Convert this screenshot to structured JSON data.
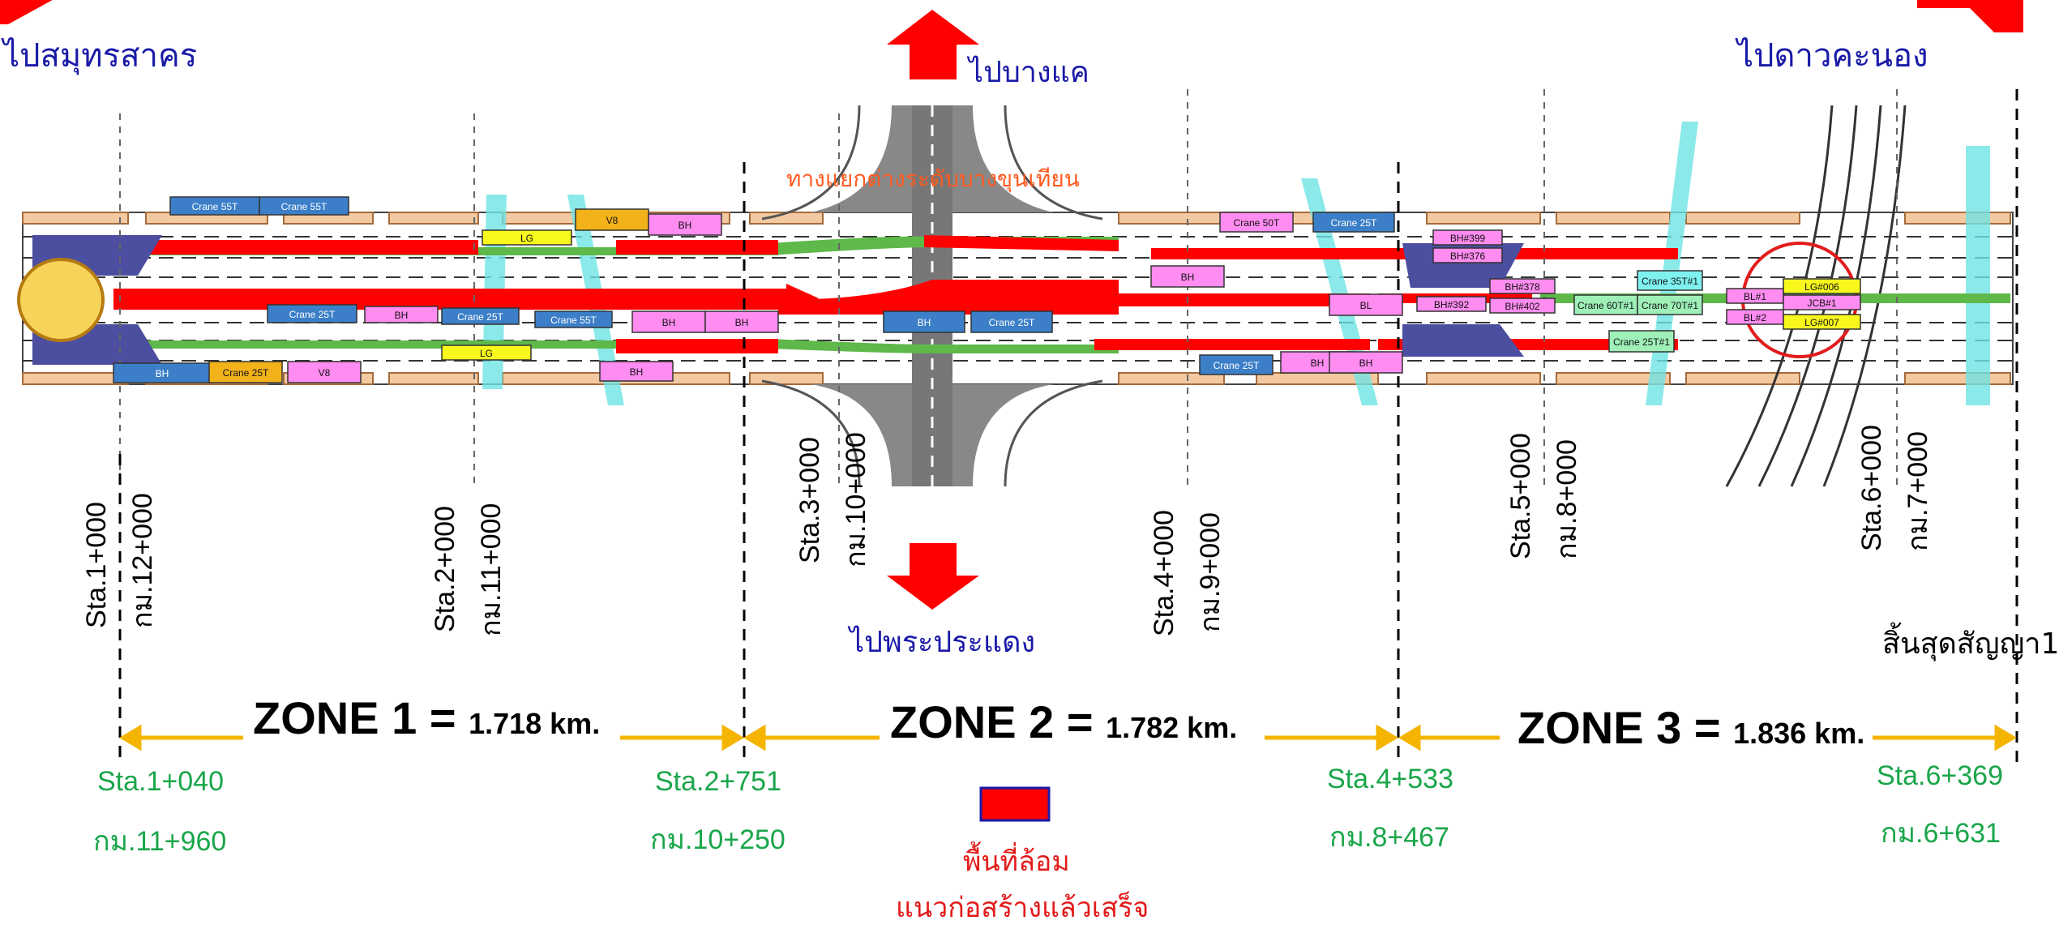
{
  "directions": {
    "left": "ไปสมุทรสาคร",
    "top": "ไปบางแค",
    "right": "ไปดาวคะนอง",
    "bottom": "ไปพระประแดง"
  },
  "junction_name": "ทางแยกต่างระดับบางขุนเทียน",
  "stations_vertical": [
    {
      "sta": "Sta.1+000",
      "km": "กม.12+000"
    },
    {
      "sta": "Sta.2+000",
      "km": "กม.11+000"
    },
    {
      "sta": "Sta.3+000",
      "km": "กม.10+000"
    },
    {
      "sta": "Sta.4+000",
      "km": "กม.9+000"
    },
    {
      "sta": "Sta.5+000",
      "km": "กม.8+000"
    },
    {
      "sta": "Sta.6+000",
      "km": "กม.7+000"
    }
  ],
  "end_of_contract": "สิ้นสุดสัญญา1",
  "zones": [
    {
      "name": "ZONE 1",
      "eq": " = ",
      "length": "1.718 km."
    },
    {
      "name": "ZONE 2",
      "eq": " = ",
      "length": "1.782 km."
    },
    {
      "name": "ZONE 3",
      "eq": " = ",
      "length": "1.836 km."
    }
  ],
  "boundaries": [
    {
      "sta": "Sta.1+040",
      "km": "กม.11+960"
    },
    {
      "sta": "Sta.2+751",
      "km": "กม.10+250"
    },
    {
      "sta": "Sta.4+533",
      "km": "กม.8+467"
    },
    {
      "sta": "Sta.6+369",
      "km": "กม.6+631"
    }
  ],
  "legend": {
    "line1": "พื้นที่ล้อม",
    "line2": "แนวก่อสร้างแล้วเสร็จ",
    "color": "#ff0000"
  },
  "equipment_labels": [
    "Crane 55T",
    "Crane 55T",
    "LG",
    "V8",
    "BH",
    "BH",
    "Crane 25T",
    "BH",
    "Crane 25T",
    "Crane 55T",
    "LG",
    "Crane 25T",
    "V8",
    "BH",
    "BH",
    "BH",
    "BH",
    "Crane 25T",
    "Crane 50T",
    "BH",
    "Crane 25T",
    "BH",
    "BL",
    "Crane 25T",
    "BH",
    "BH#399",
    "BH#376",
    "BH#392",
    "BH#378",
    "BH#402",
    "Crane 35T#1",
    "Crane 60T#1",
    "Crane 70T#1",
    "Crane 25T#1",
    "BL#1",
    "BL#2",
    "LG#006",
    "JCB#1",
    "LG#007"
  ],
  "colors": {
    "road_red": "#ff0000",
    "road_green": "#5fb84a",
    "direction_blue": "#1a1aa8",
    "station_green": "#1aa64a",
    "zone_arrow": "#f5b400"
  }
}
